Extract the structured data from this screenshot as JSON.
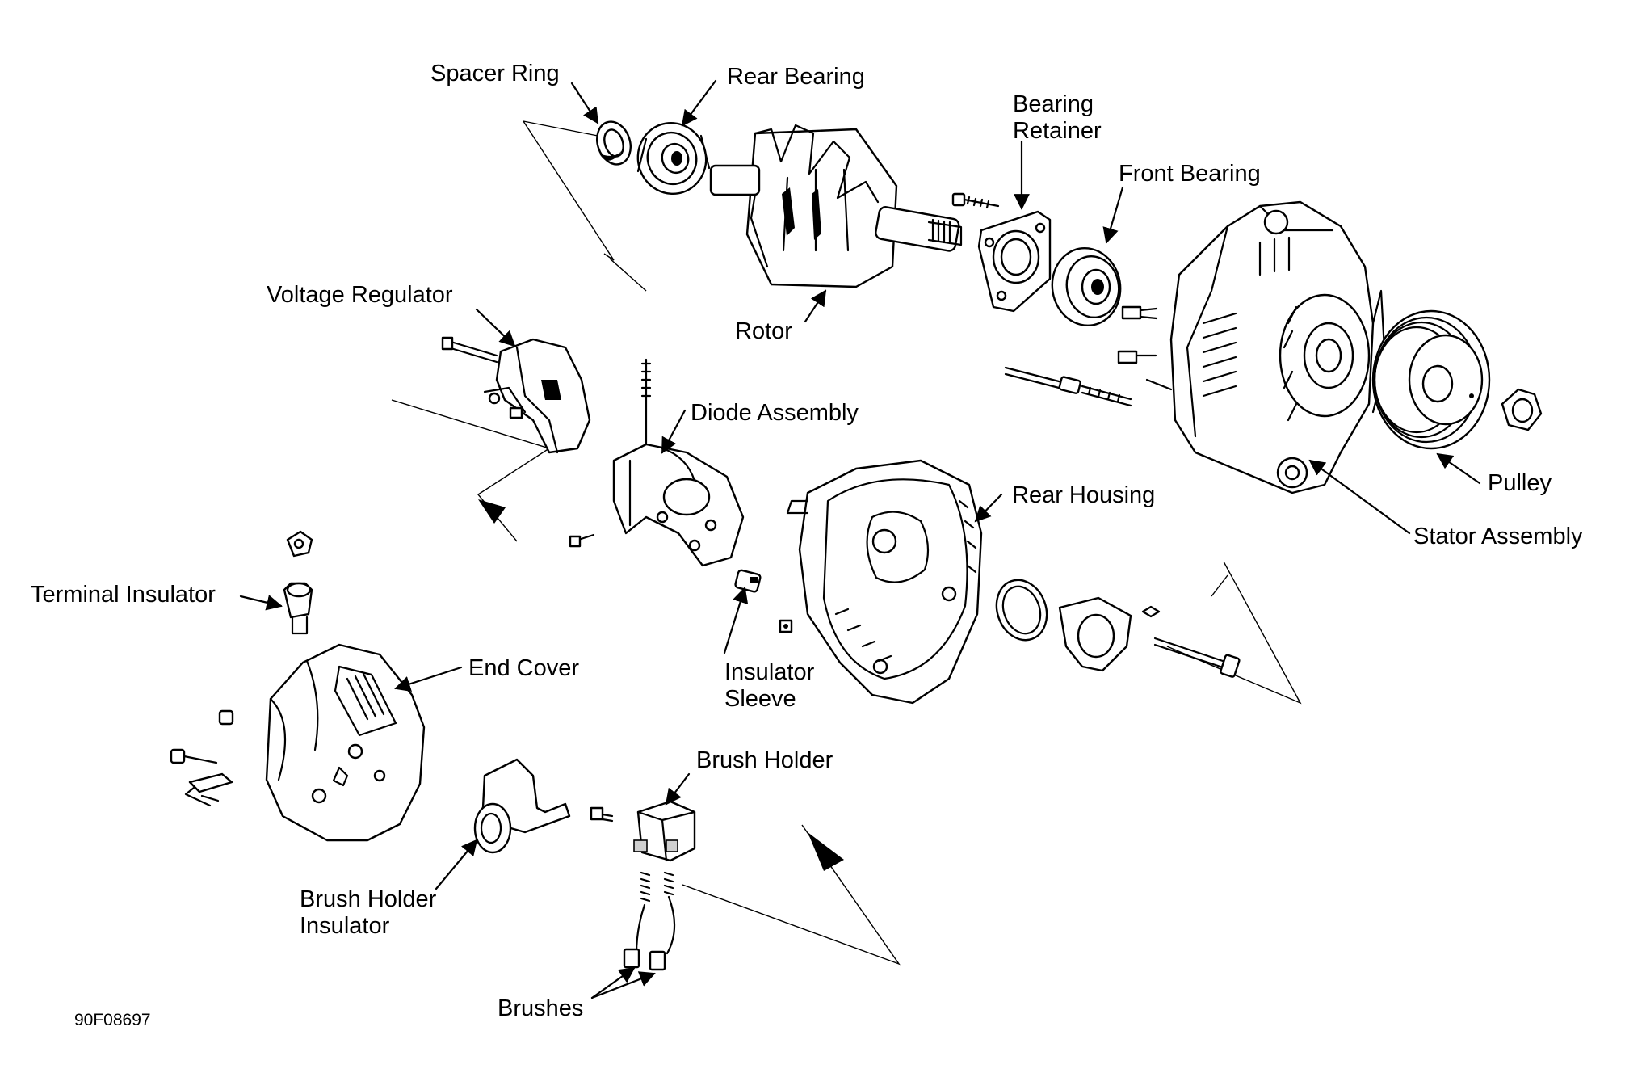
{
  "diagram": {
    "figure_code": "90F08697",
    "labels": {
      "spacer_ring": "Spacer Ring",
      "rear_bearing": "Rear Bearing",
      "bearing_retainer_line1": "Bearing",
      "bearing_retainer_line2": "Retainer",
      "front_bearing": "Front Bearing",
      "voltage_regulator": "Voltage Regulator",
      "rotor": "Rotor",
      "diode_assembly": "Diode Assembly",
      "rear_housing": "Rear Housing",
      "pulley": "Pulley",
      "stator_assembly": "Stator Assembly",
      "terminal_insulator": "Terminal Insulator",
      "end_cover": "End Cover",
      "insulator_sleeve_line1": "Insulator",
      "insulator_sleeve_line2": "Sleeve",
      "brush_holder": "Brush Holder",
      "brush_holder_insulator_line1": "Brush Holder",
      "brush_holder_insulator_line2": "Insulator",
      "brushes": "Brushes"
    },
    "icons": {
      "arrow": "arrowhead-icon",
      "parts": [
        "spacer-ring-icon",
        "bearing-icon",
        "rotor-icon",
        "bearing-retainer-icon",
        "stator-icon",
        "pulley-icon",
        "nut-icon",
        "voltage-regulator-icon",
        "diode-assembly-icon",
        "rear-housing-icon",
        "end-cover-icon",
        "brush-holder-icon",
        "brush-icon",
        "bolt-icon"
      ]
    },
    "colors": {
      "line": "#000000",
      "background": "#ffffff"
    }
  }
}
